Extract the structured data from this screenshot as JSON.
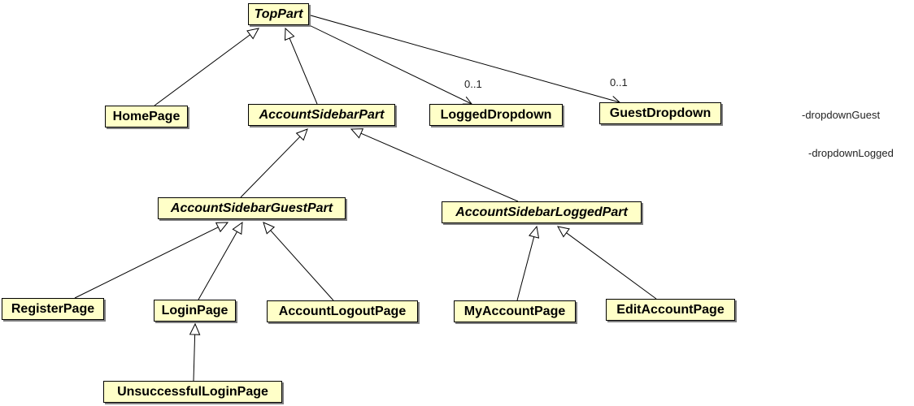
{
  "classes": {
    "top_part": "TopPart",
    "home_page": "HomePage",
    "account_sidebar_part": "AccountSidebarPart",
    "logged_dropdown": "LoggedDropdown",
    "guest_dropdown": "GuestDropdown",
    "account_sidebar_guest_part": "AccountSidebarGuestPart",
    "account_sidebar_logged_part": "AccountSidebarLoggedPart",
    "register_page": "RegisterPage",
    "login_page": "LoginPage",
    "account_logout_page": "AccountLogoutPage",
    "my_account_page": "MyAccountPage",
    "edit_account_page": "EditAccountPage",
    "unsuccessful_login_page": "UnsuccessfulLoginPage"
  },
  "abstract_classes": [
    "top_part",
    "account_sidebar_part",
    "account_sidebar_guest_part",
    "account_sidebar_logged_part"
  ],
  "generalizations": [
    {
      "child": "home_page",
      "parent": "top_part"
    },
    {
      "child": "account_sidebar_part",
      "parent": "top_part"
    },
    {
      "child": "account_sidebar_guest_part",
      "parent": "account_sidebar_part"
    },
    {
      "child": "account_sidebar_logged_part",
      "parent": "account_sidebar_part"
    },
    {
      "child": "register_page",
      "parent": "account_sidebar_guest_part"
    },
    {
      "child": "login_page",
      "parent": "account_sidebar_guest_part"
    },
    {
      "child": "account_logout_page",
      "parent": "account_sidebar_guest_part"
    },
    {
      "child": "my_account_page",
      "parent": "account_sidebar_logged_part"
    },
    {
      "child": "edit_account_page",
      "parent": "account_sidebar_logged_part"
    },
    {
      "child": "unsuccessful_login_page",
      "parent": "login_page"
    }
  ],
  "associations": [
    {
      "from": "top_part",
      "to": "logged_dropdown",
      "multiplicity": "0..1",
      "role": "-dropdownLogged"
    },
    {
      "from": "top_part",
      "to": "guest_dropdown",
      "multiplicity": "0..1",
      "role": "-dropdownGuest"
    }
  ],
  "colors": {
    "class_fill": "#ffffc8",
    "class_border": "#000000",
    "class_shadow": "#7f7f7f",
    "line": "#000000"
  }
}
